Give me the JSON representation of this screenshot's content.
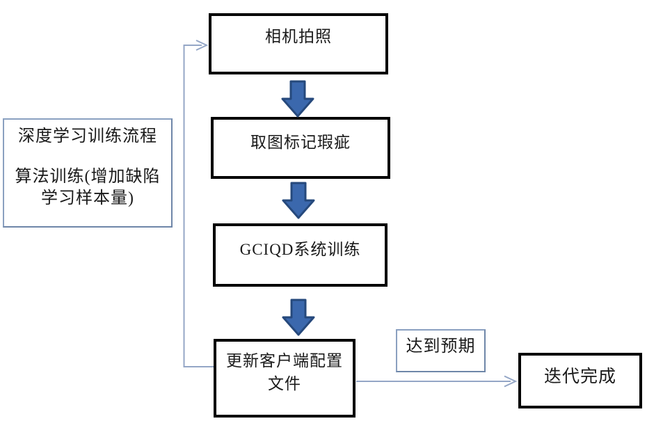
{
  "diagram": {
    "legend_box": {
      "lines": [
        "深度学习训练流程",
        "算法训练(增加缺陷",
        "学习样本量)"
      ]
    },
    "nodes": {
      "camera": {
        "label": "相机拍照"
      },
      "mark_defects": {
        "label": "取图标记瑕疵"
      },
      "gciqd_training": {
        "label": "GCIQD系统训练"
      },
      "update_config": {
        "lines": [
          "更新客户端配置",
          "文件"
        ]
      },
      "iteration_done": {
        "label": "迭代完成"
      }
    },
    "edge_labels": {
      "expectation": {
        "label": "达到预期"
      }
    },
    "colors": {
      "background": "#ffffff",
      "text": "#1a1a1a",
      "box_border_primary": "#000000",
      "box_border_secondary": "#8aa0c0",
      "block_arrow_fill": "#3b68ad",
      "block_arrow_border": "#26497c",
      "connector": "#94a6c6"
    }
  }
}
